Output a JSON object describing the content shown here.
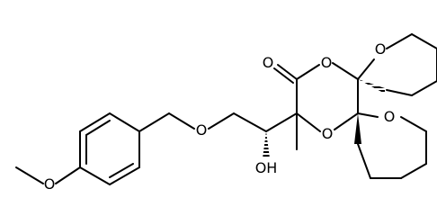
{
  "atoms": {
    "O_ether_aryl": "O",
    "O_benzyl_ether": "O",
    "O_carbonyl": "O",
    "O_ring_top": "O",
    "O_ring_bottom": "O",
    "O_thp_top": "O",
    "O_thp_bottom": "O",
    "OH": "OH"
  },
  "colors": {
    "bond": "#000000",
    "label": "#000000",
    "background": "#ffffff"
  }
}
